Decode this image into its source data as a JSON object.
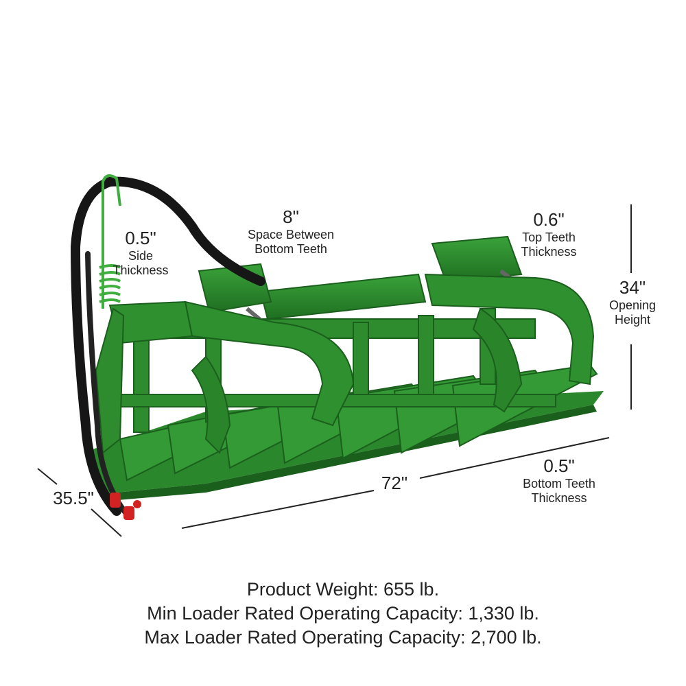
{
  "dimensions": {
    "side_thickness": {
      "value": "0.5\"",
      "caption_1": "Side",
      "caption_2": "Thickness"
    },
    "bottom_spacing": {
      "value": "8\"",
      "caption_1": "Space Between",
      "caption_2": "Bottom Teeth"
    },
    "top_teeth": {
      "value": "0.6\"",
      "caption_1": "Top Teeth",
      "caption_2": "Thickness"
    },
    "opening_height": {
      "value": "34\"",
      "caption_1": "Opening",
      "caption_2": "Height"
    },
    "bottom_teeth": {
      "value": "0.5\"",
      "caption_1": "Bottom Teeth",
      "caption_2": "Thickness"
    },
    "width": {
      "value": "72\""
    },
    "depth": {
      "value": "35.5\""
    }
  },
  "specs": {
    "weight": "Product Weight: 655 lb.",
    "min_capacity": "Min Loader Rated Operating Capacity: 1,330 lb.",
    "max_capacity": "Max Loader Rated Operating Capacity: 2,700 lb."
  },
  "colors": {
    "frame_green": "#2e8b2e",
    "frame_dark": "#1d6a1f",
    "hose_black": "#161616",
    "coupler_red": "#d32222",
    "text": "#222222"
  }
}
